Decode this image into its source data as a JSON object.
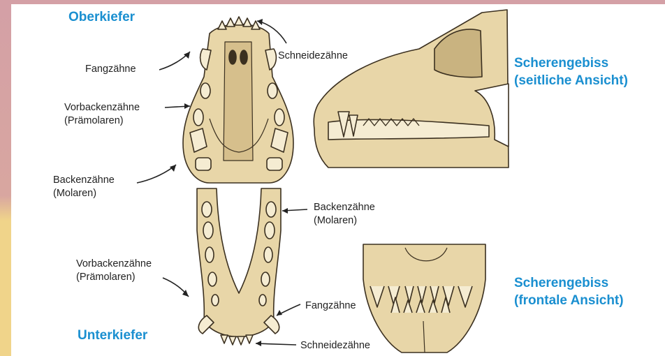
{
  "titles": {
    "upper_jaw": "Oberkiefer",
    "lower_jaw": "Unterkiefer",
    "side_view": [
      "Scherengebiss",
      "(seitliche Ansicht)"
    ],
    "front_view": [
      "Scherengebiss",
      "(frontale Ansicht)"
    ]
  },
  "upper_labels": {
    "canines": "Fangzähne",
    "incisors": "Schneidezähne",
    "premolars": [
      "Vorbackenzähne",
      "(Prämolaren)"
    ],
    "molars": [
      "Backenzähne",
      "(Molaren)"
    ]
  },
  "lower_labels": {
    "molars": [
      "Backenzähne",
      "(Molaren)"
    ],
    "premolars": [
      "Vorbackenzähne",
      "(Prämolaren)"
    ],
    "canines": "Fangzähne",
    "incisors": "Schneidezähne"
  },
  "colors": {
    "accent": "#1a8fd0",
    "bone": "#e8d6a8",
    "bone_dark": "#c9b380",
    "tooth": "#f5ecd2",
    "outline": "#3b3020",
    "frame_top": "#d4a0a6",
    "frame_bottom": "#f0d48a"
  }
}
